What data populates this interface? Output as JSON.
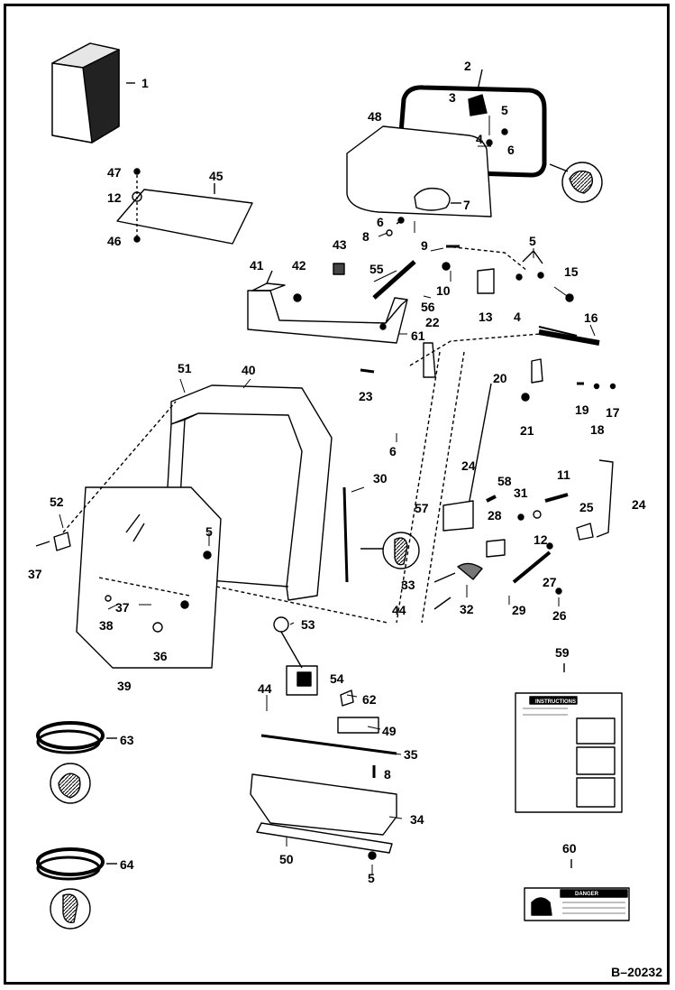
{
  "diagram": {
    "doc_id": "B–20232",
    "callouts": {
      "p1": "1",
      "p2": "2",
      "p3": "3",
      "p4a": "4",
      "p5a": "5",
      "p6a": "6",
      "p7": "7",
      "p48": "48",
      "p47": "47",
      "p45": "45",
      "p12a": "12",
      "p46": "46",
      "p6b": "6",
      "p8a": "8",
      "p9": "9",
      "p5b": "5",
      "p15": "15",
      "p43": "43",
      "p41": "41",
      "p42": "42",
      "p55": "55",
      "p10": "10",
      "p56": "56",
      "p13": "13",
      "p4b": "4",
      "p16": "16",
      "p22": "22",
      "p61": "61",
      "p51": "51",
      "p40": "40",
      "p23": "23",
      "p20": "20",
      "p19": "19",
      "p17": "17",
      "p18": "18",
      "p21": "21",
      "p6c": "6",
      "p24a": "24",
      "p30": "30",
      "p11": "11",
      "p24b": "24",
      "p58": "58",
      "p31": "31",
      "p57": "57",
      "p28": "28",
      "p25": "25",
      "p52": "52",
      "p5c": "5",
      "p12b": "12",
      "p37a": "37",
      "p33": "33",
      "p27": "27",
      "p37b": "37",
      "p38": "38",
      "p32": "32",
      "p29": "29",
      "p26": "26",
      "p44a": "44",
      "p36": "36",
      "p53": "53",
      "p39": "39",
      "p59": "59",
      "p54": "54",
      "p44b": "44",
      "p62": "62",
      "p63": "63",
      "p49": "49",
      "p35": "35",
      "p8b": "8",
      "p34": "34",
      "p64": "64",
      "p50": "50",
      "p60": "60",
      "p5d": "5"
    },
    "instructions_label": "INSTRUCTIONS",
    "danger_label": "DANGER"
  }
}
